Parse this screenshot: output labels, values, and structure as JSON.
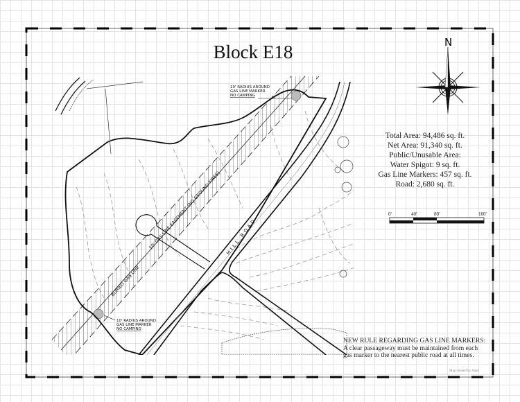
{
  "title": "Block E18",
  "stats": [
    "Total Area: 94,486 sq. ft.",
    "Net Area: 91,340 sq. ft.",
    "Public/Unusable Area:",
    "Water Spigot: 9 sq. ft.",
    "Gas Line Markers: 457 sq. ft.",
    "Road: 2,680 sq. ft."
  ],
  "scale_bar": {
    "labels": [
      "0'",
      "40'",
      "80'",
      "160'"
    ]
  },
  "compass": {
    "label": "N"
  },
  "map_labels": {
    "marker_top": [
      "10' RADIUS AROUND",
      "GAS LINE MARKER",
      "NO CAMPING"
    ],
    "marker_bottom": [
      "10' RADIUS AROUND",
      "GAS LINE MARKER",
      "NO CAMPING"
    ],
    "gas_line": "BURIED GAS LINE",
    "easement": "50' GAS LINE EASEMENT (NO GROUND FIRES)",
    "road": "HILL ROAD"
  },
  "note": {
    "heading": "NEW RULE REGARDING GAS LINE MARKERS:",
    "lines": [
      "A clear passageway must be maintained from each",
      "gas marker to the nearest public road at all times."
    ]
  },
  "credit": "Map created by Aako",
  "colors": {
    "line": "#111111",
    "contour": "#999999",
    "marker_fill": "#bbbbbb",
    "grid": "#e4e4e4"
  }
}
